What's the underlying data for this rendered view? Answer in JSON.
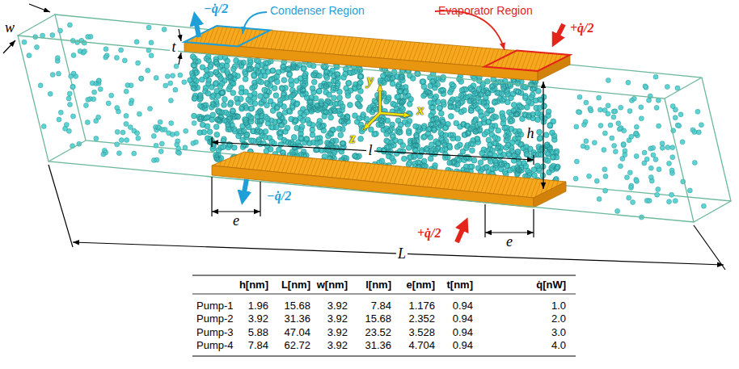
{
  "diagram": {
    "labels": [
      "w",
      "t",
      "Condenser Region",
      "−q̇/2",
      "Evaporator Region",
      "+q̇/2",
      "y",
      "x",
      "z",
      "l",
      "h",
      "−q̇/2",
      "e",
      "e",
      "+q̇/2",
      "L",
      "h[nm]",
      "L[nm]",
      "w[nm]",
      "l[nm]",
      "e[nm]",
      "t[nm]",
      "q̇[nW]",
      "Pump-1",
      "1.96",
      "15.68",
      "3.92",
      "7.84",
      "1.176",
      "0.94",
      "1.0",
      "Pump-2",
      "3.92",
      "31.36",
      "3.92",
      "15.68",
      "2.352",
      "0.94",
      "2.0",
      "Pump-3",
      "5.88",
      "47.04",
      "3.92",
      "23.52",
      "3.528",
      "0.94",
      "3.0",
      "Pump-4",
      "7.84",
      "62.72",
      "3.92",
      "31.36",
      "4.704",
      "0.94",
      "4.0"
    ]
  }
}
